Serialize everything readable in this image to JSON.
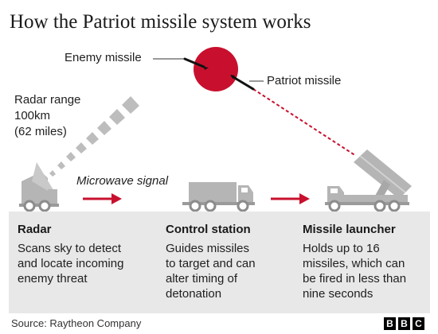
{
  "title": "How the Patriot missile system works",
  "labels": {
    "enemy_missile": "Enemy missile",
    "patriot_missile": "Patriot missile",
    "radar_range": [
      "Radar range",
      "100km",
      "(62 miles)"
    ],
    "microwave_signal": "Microwave signal"
  },
  "stages": [
    {
      "heading": "Radar",
      "lines": [
        "Scans sky to detect",
        "and locate incoming",
        "enemy threat"
      ]
    },
    {
      "heading": "Control station",
      "lines": [
        "Guides missiles",
        "to target and can",
        "alter timing of",
        "detonation"
      ]
    },
    {
      "heading": "Missile launcher",
      "lines": [
        "Holds up to 16",
        "missiles, which can",
        "be fired in less than",
        "nine seconds"
      ]
    }
  ],
  "footer": {
    "source": "Source: Raytheon Company",
    "logo": [
      "B",
      "B",
      "C"
    ]
  },
  "colors": {
    "accent_red": "#c8102e",
    "vehicle_grey": "#b5b5b5",
    "panel_grey": "#e8e8e8"
  },
  "icons": [
    "radar-truck-icon",
    "control-station-truck-icon",
    "missile-launcher-truck-icon",
    "arrow-right-icon",
    "intercept-circle-icon",
    "missile-icon"
  ]
}
